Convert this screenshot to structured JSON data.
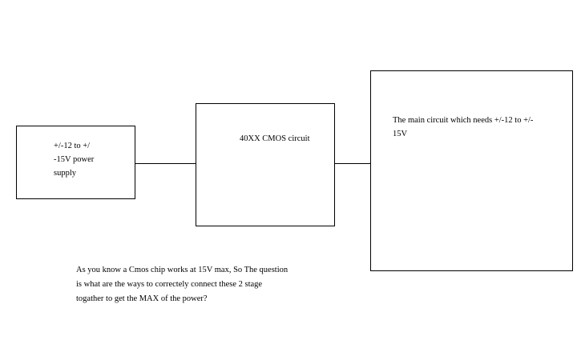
{
  "blocks": {
    "power_supply": {
      "label": "+/-12 to +/\n-15V power\nsupply"
    },
    "cmos": {
      "label": "40XX CMOS circuit"
    },
    "main_circuit": {
      "label": "The main circuit which needs +/-12 to +/-\n15V"
    }
  },
  "question": "As you know a Cmos chip works at 15V max, So The question\nis what are the ways to correctely connect these 2 stage\ntogather to get the MAX of the power?"
}
